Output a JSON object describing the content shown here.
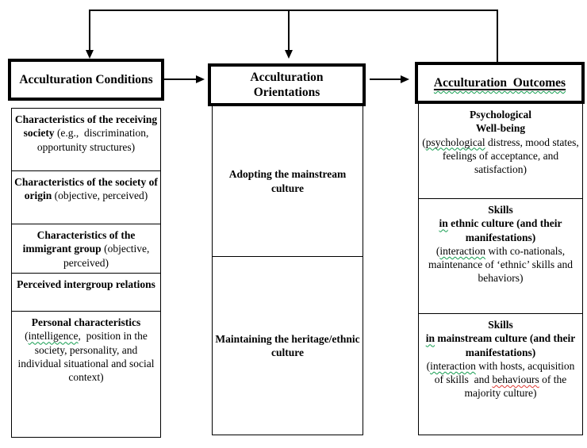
{
  "headers": {
    "conditions": "Acculturation Conditions",
    "orientations_line1": "Acculturation",
    "orientations_line2": "Orientations",
    "outcomes": "Acculturation  Outcomes"
  },
  "conditions": {
    "cells": [
      {
        "bold": "Characteristics of the receiving society",
        "rest": " (e.g.,  discrimination, opportunity structures)"
      },
      {
        "bold": "Characteristics of the society of origin",
        "rest": " (objective, perceived)"
      },
      {
        "bold": "Characteristics of the immigrant group",
        "rest": " (objective, perceived)"
      },
      {
        "bold": "Perceived intergroup relations"
      },
      {
        "bold": "Personal characteristics",
        "p1": "(",
        "sq1": "intelligence",
        "p2": ",  position in the society, personality, and individual situational and social context)"
      }
    ]
  },
  "orientations": {
    "cells": [
      {
        "label": "Adopting the mainstream culture"
      },
      {
        "label": "Maintaining the heritage/ethnic culture"
      }
    ]
  },
  "outcomes": {
    "cells": [
      {
        "bold1": "Psychological",
        "bold2": "Well-being",
        "p1": "(",
        "sq1": "psychological",
        "p2": " distress, mood states, feelings of acceptance, and satisfaction)"
      },
      {
        "bold1": "Skills",
        "sq_in": "in",
        "bold2": " ethnic culture (and their manifestations)",
        "p1": "(",
        "sq1": "interaction",
        "p2": " with co-nationals, maintenance of ‘ethnic’ skills and behaviors)"
      },
      {
        "bold1": "Skills",
        "sq_in": "in",
        "bold2": " mainstream culture (and their manifestations)",
        "p1": "(",
        "sq1": "interaction",
        "p2": " with hosts, acquisition of skills  and ",
        "sq2": "behaviours",
        "p3": " of the majority culture)"
      }
    ]
  },
  "colors": {
    "line": "#000000",
    "spellcheck_green": "#129c4e",
    "spellcheck_red": "#e03a34"
  }
}
